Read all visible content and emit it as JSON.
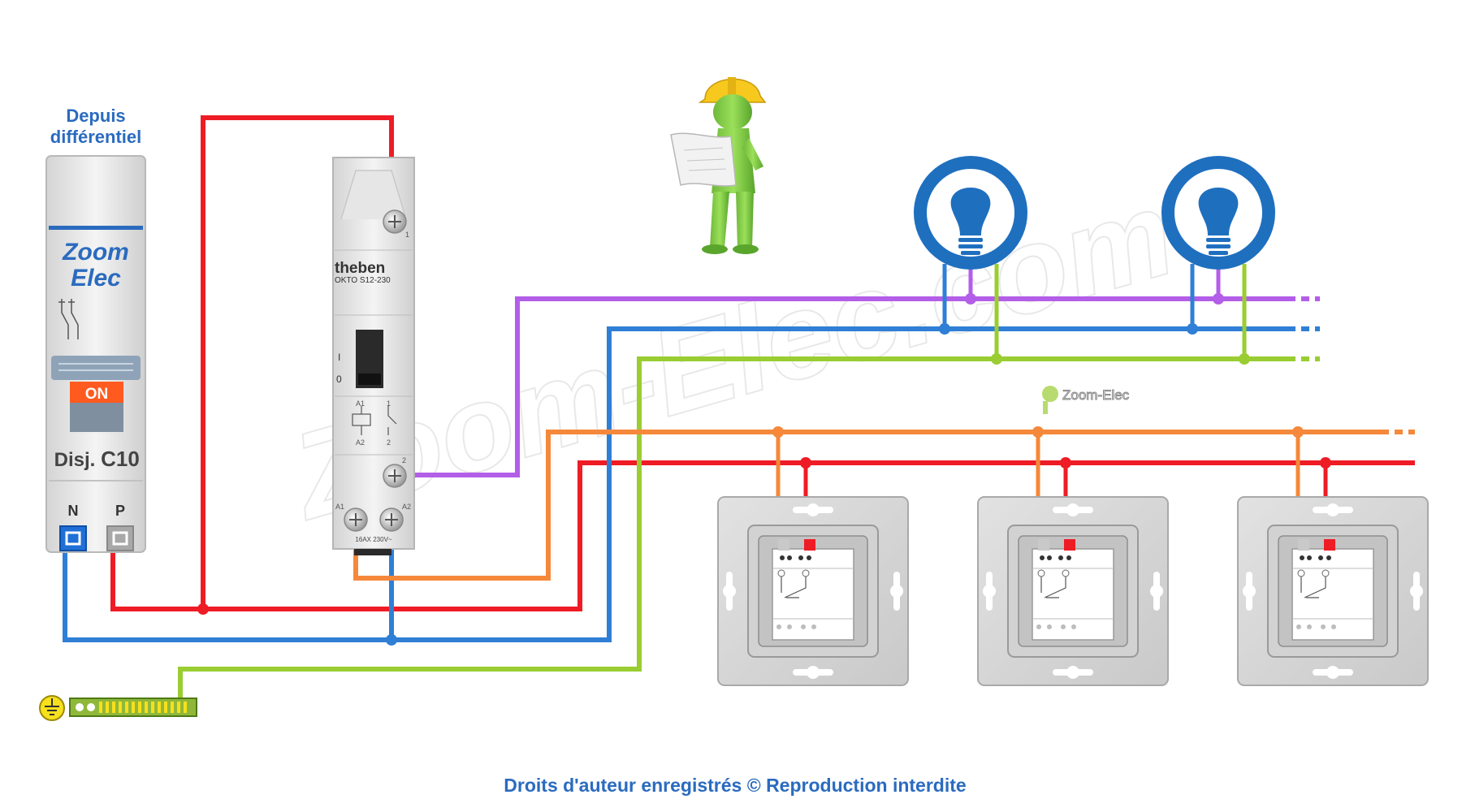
{
  "header": {
    "line1": "Depuis",
    "line2": "différentiel"
  },
  "breaker": {
    "brand_line1": "Zoom",
    "brand_line2": "Elec",
    "state": "ON",
    "model": "Disj.",
    "rating": "C10",
    "terminal_n": "N",
    "terminal_p": "P"
  },
  "relay": {
    "brand": "theben",
    "model": "OKTO S12-230",
    "terminal_1": "1",
    "terminal_2": "2",
    "switch_on": "I",
    "switch_off": "0",
    "coil_a1": "A1",
    "coil_a2": "A2",
    "contact_1": "1",
    "contact_2": "2",
    "terminal_a1": "A1",
    "terminal_a2": "A2",
    "ratings": "16AX 230V~"
  },
  "watermark": {
    "large": "Zoom-Elec.com",
    "small": "Zoom-Elec"
  },
  "footer": {
    "copyright": "Droits d'auteur enregistrés © Reproduction interdite"
  },
  "colors": {
    "phase": "#ee1c25",
    "neutral": "#2f7fd6",
    "earth": "#9acd32",
    "return_violet": "#b35ee8",
    "control_orange": "#f5883a",
    "brand_blue": "#2a6bbf",
    "lamp_blue": "#1f6fbf"
  }
}
